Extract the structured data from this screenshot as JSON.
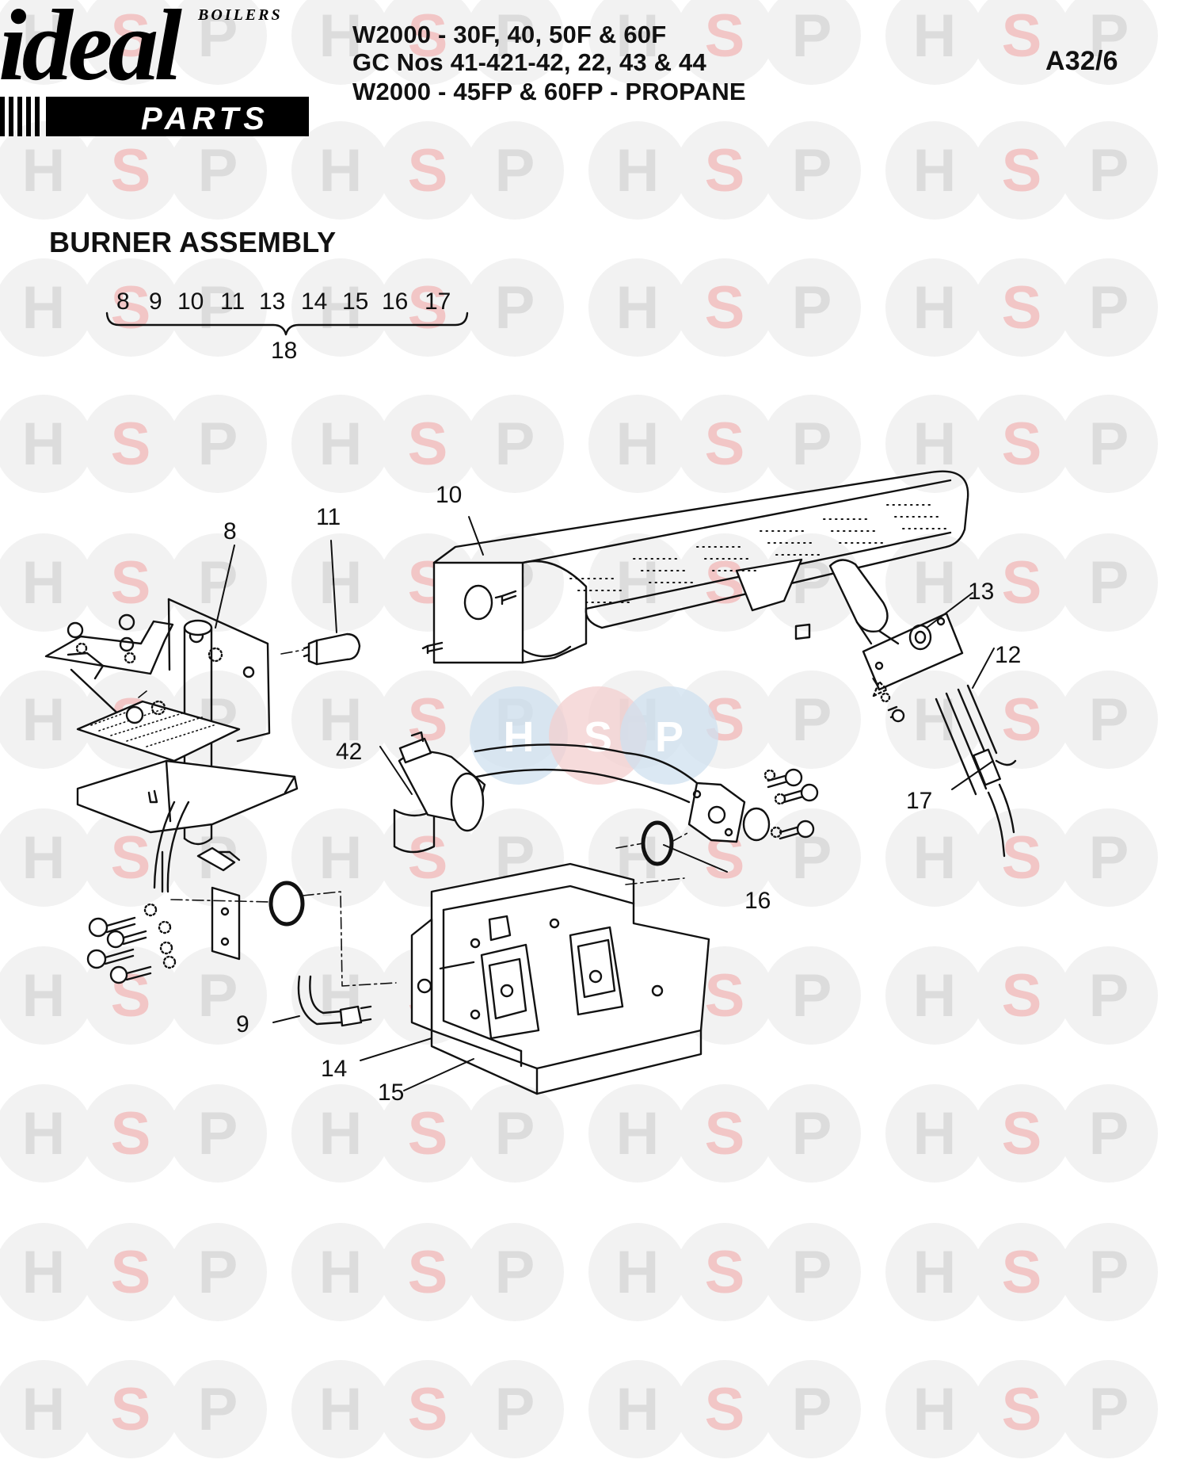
{
  "logo": {
    "brand": "ideal",
    "top_word": "BOILERS",
    "bottom_word": "PARTS"
  },
  "header": {
    "line1": "W2000 - 30F, 40, 50F & 60F",
    "line2": "GC Nos 41-421-42, 22, 43 & 44",
    "line3": "W2000 - 45FP & 60FP - PROPANE",
    "page_ref": "A32/6"
  },
  "section_title": "BURNER ASSEMBLY",
  "kit_group": {
    "members": [
      "8",
      "9",
      "10",
      "11",
      "13",
      "14",
      "15",
      "16",
      "17"
    ],
    "kit_number": "18"
  },
  "callouts": [
    "8",
    "9",
    "10",
    "11",
    "12",
    "13",
    "14",
    "15",
    "16",
    "17",
    "42"
  ],
  "watermark": {
    "letters": [
      "H",
      "S",
      "P"
    ],
    "colors": {
      "circle": "#f2f2f2",
      "H": "#dcdcdc",
      "S": "#f2c6c6",
      "P": "#dcdcdc"
    },
    "center_badge_colors": [
      "#cfe0ef",
      "#f3cfcf",
      "#cfe0ef"
    ]
  },
  "colors": {
    "ink": "#111111",
    "logo_black": "#000000",
    "logo_white": "#ffffff"
  }
}
